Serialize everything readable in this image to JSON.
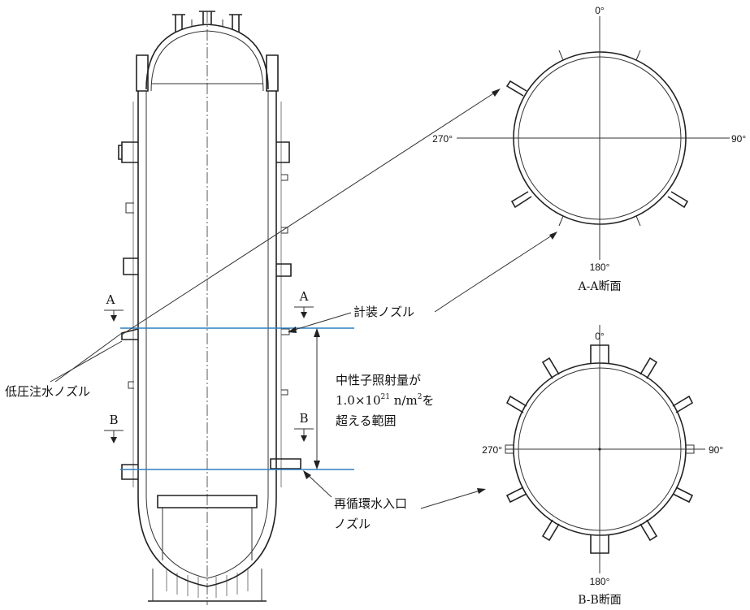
{
  "labels": {
    "a_left": "A",
    "a_right": "A",
    "b_left": "B",
    "b_right": "B",
    "instrument_nozzle": "計装ノズル",
    "lpi_nozzle": "低圧注水ノズル",
    "range_line1": "中性子照射量が",
    "range_line2_a": "1.0×10",
    "range_line2_exp": "21",
    "range_line2_b": " n/m",
    "range_line2_exp2": "2",
    "range_line2_c": "を",
    "range_line3": "超える範囲",
    "recirc_line1": "再循環水入口",
    "recirc_line2": "ノズル"
  },
  "section_aa": {
    "caption": "A-A断面",
    "deg_0": "0°",
    "deg_90": "90°",
    "deg_180": "180°",
    "deg_270": "270°"
  },
  "section_bb": {
    "caption": "B-B断面",
    "deg_0": "0°",
    "deg_90": "90°",
    "deg_180": "180°",
    "deg_270": "270°"
  },
  "colors": {
    "range_lines": "#2f7fc0",
    "drawing": "#222222"
  }
}
